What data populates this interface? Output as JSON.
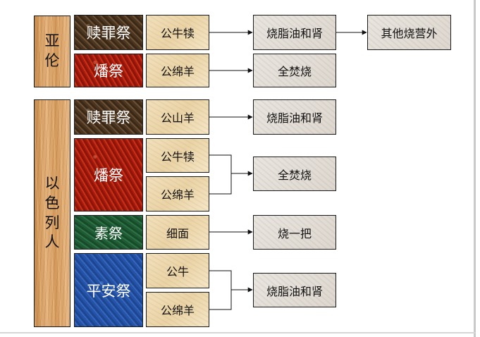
{
  "groups": {
    "aaron": "亚\n伦",
    "israel": "以\n色\n列\n人"
  },
  "offering_types": {
    "sin_aaron": "赎罪祭",
    "burnt_aaron": "燔祭",
    "sin_israel": "赎罪祭",
    "burnt_israel": "燔祭",
    "grain_israel": "素祭",
    "peace_israel": "平安祭"
  },
  "animals": {
    "bull_calf": "公牛犊",
    "ram_aaron": "公绵羊",
    "goat": "公山羊",
    "calf_israel": "公牛犊",
    "lamb_israel": "公绵羊",
    "flour": "细面",
    "ox": "公牛",
    "ram_peace": "公绵羊"
  },
  "actions": {
    "burn_fat_1": "烧脂油和肾",
    "burn_whole_1": "全焚烧",
    "burn_fat_2": "烧脂油和肾",
    "burn_whole_2": "全焚烧",
    "burn_handful": "烧一把",
    "burn_fat_3": "烧脂油和肾"
  },
  "final_action": {
    "burn_outside": "其他烧营外"
  },
  "colors": {
    "wood": "#d9a46a",
    "sin_offering": "#4a3420",
    "burnt_offering": "#b02010",
    "grain_offering": "#1f5a34",
    "peace_offering": "#2452a6",
    "animal_box": "#efdcb5",
    "action_box": "#e4dfd8"
  }
}
